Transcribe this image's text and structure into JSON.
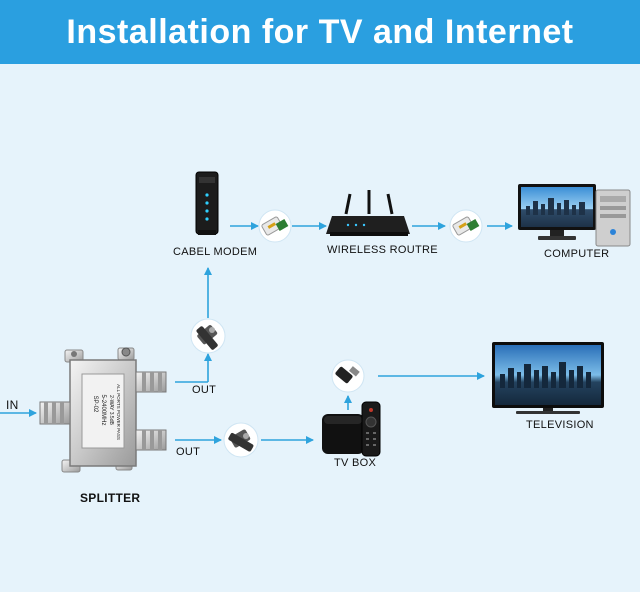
{
  "header": {
    "title": "Installation for TV and Internet"
  },
  "labels": {
    "in": "IN",
    "splitter": "SPLITTER",
    "out_top": "OUT",
    "out_bottom": "OUT",
    "cable_modem": "CABEL MODEM",
    "wireless_router": "WIRELESS ROUTRE",
    "computer": "COMPUTER",
    "tv_box": "TV BOX",
    "television": "TELEVISION"
  },
  "splitter_text": {
    "model": "SP-02",
    "frequency": "5-2400MHz",
    "spec": "2-WAY 3.5dB",
    "note": "ALL PORTS POWER PASS"
  },
  "colors": {
    "banner": "#2a9fe0",
    "background": "#e6f3fb",
    "arrow": "#2ea3dd",
    "cable_circle": "#ffffff"
  },
  "icons": [
    "splitter-icon",
    "coax-connector-icon",
    "modem-icon",
    "ethernet-plug-icon",
    "router-icon",
    "computer-icon",
    "hdmi-plug-icon",
    "tv-box-icon",
    "remote-icon",
    "television-icon"
  ]
}
